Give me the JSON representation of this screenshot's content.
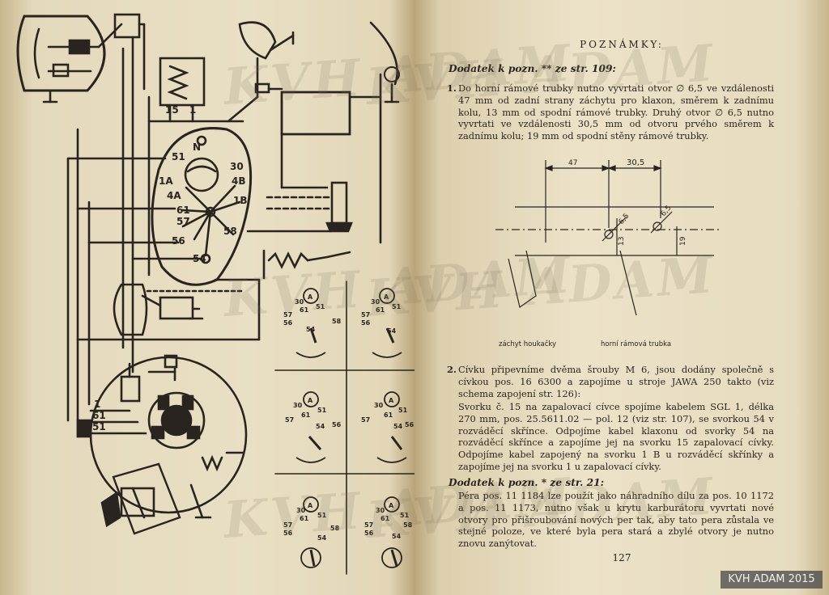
{
  "watermark": "KVH ADAM",
  "left_page": {
    "diagram_labels": {
      "t15": "15",
      "t1": "1",
      "t51top": "51",
      "tN": "N",
      "t30": "30",
      "t1A": "1A",
      "t4A": "4A",
      "t4B": "4B",
      "t1B": "1B",
      "t61": "61",
      "t57": "57",
      "t56": "56",
      "t58": "58",
      "t54": "54",
      "g1": "1",
      "g61": "61",
      "g51": "51"
    },
    "switch_labels": {
      "a": "A",
      "n30": "30",
      "n51": "51",
      "n57": "57",
      "n61": "61",
      "n56": "56",
      "n58": "58",
      "n54": "54"
    }
  },
  "right_page": {
    "heading": "POZNÁMKY:",
    "addendum1_title": "Dodatek k pozn. ** ze str. 109:",
    "item1_number": "1.",
    "item1_text": "Do horní rámové trubky nutno vyvrtati otvor ∅ 6,5 ve vzdálenosti 47 mm od zadní strany záchytu pro klaxon, směrem k zadnímu kolu, 13 mm od spodní rámové trubky. Druhý otvor ∅ 6,5 nutno vyvrtati ve vzdálenosti 30,5 mm od otvoru prvého směrem k zadnímu kolu; 19 mm od spodní stěny rámové trubky.",
    "drawing": {
      "dim_47": "47",
      "dim_30_5": "30,5",
      "dim_6_5a": "6,5",
      "dim_6_5b": "6,5",
      "dim_13": "13",
      "dim_19": "19",
      "label_catch": "záchyt houkačky",
      "label_tube": "horní rámová trubka"
    },
    "item2_number": "2.",
    "item2_text": "Cívku připevníme dvěma šrouby M 6, jsou dodány společně s cívkou pos. 16 6300 a zapojíme u stroje JAWA 250 takto (viz schema zapojení str. 126):",
    "item2_text2": "Svorku č. 15 na zapalovací cívce spojíme kabelem SGL 1, délka 270 mm, pos. 25.5611.02 — pol. 12 (viz str. 107), se svorkou 54 v rozváděcí skřínce. Odpojíme kabel klaxonu od svorky 54 na rozváděcí skřínce a zapojíme jej na svorku 15 zapalovací cívky. Odpojíme kabel zapojený na svorku 1 B u rozváděcí skřínky a zapojíme jej na svorku 1 u zapalovací cívky.",
    "addendum2_title": "Dodatek k pozn. * ze str. 21:",
    "addendum2_text": "Péra pos. 11 1184 lze použít jako náhradního dílu za pos. 10 1172 a pos. 11 1173, nutno však u krytu karburátoru vyvrtati nové otvory pro přišroubování nových per tak, aby tato pera zůstala ve stejné poloze, ve které byla pera stará a zbylé otvory je nutno znovu zanýtovat.",
    "page_number": "127"
  },
  "stamp": "KVH ADAM 2015"
}
